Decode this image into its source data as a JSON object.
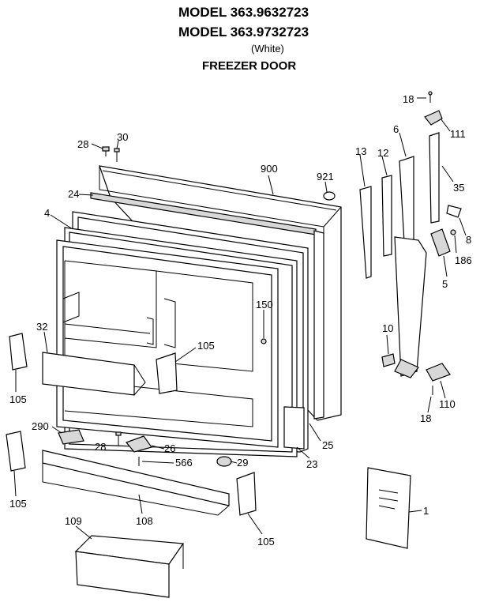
{
  "header": {
    "model_1": "MODEL 363.9632723",
    "model_2": "MODEL 363.9732723",
    "color": "(White)",
    "section": "FREEZER DOOR"
  },
  "labels": {
    "p18a": "18",
    "p111": "111",
    "p6": "6",
    "p13": "13",
    "p12": "12",
    "p35": "35",
    "p8": "8",
    "p186": "186",
    "p5": "5",
    "p10": "10",
    "p110": "110",
    "p18b": "18",
    "p1": "1",
    "p900": "900",
    "p921": "921",
    "p28a": "28",
    "p30": "30",
    "p24": "24",
    "p4": "4",
    "p150": "150",
    "p105a": "105",
    "p32": "32",
    "p105b": "105",
    "p290": "290",
    "p28b": "28",
    "p26": "26",
    "p566": "566",
    "p29": "29",
    "p25": "25",
    "p23": "23",
    "p105c": "105",
    "p108": "108",
    "p105d": "105",
    "p109": "109"
  }
}
